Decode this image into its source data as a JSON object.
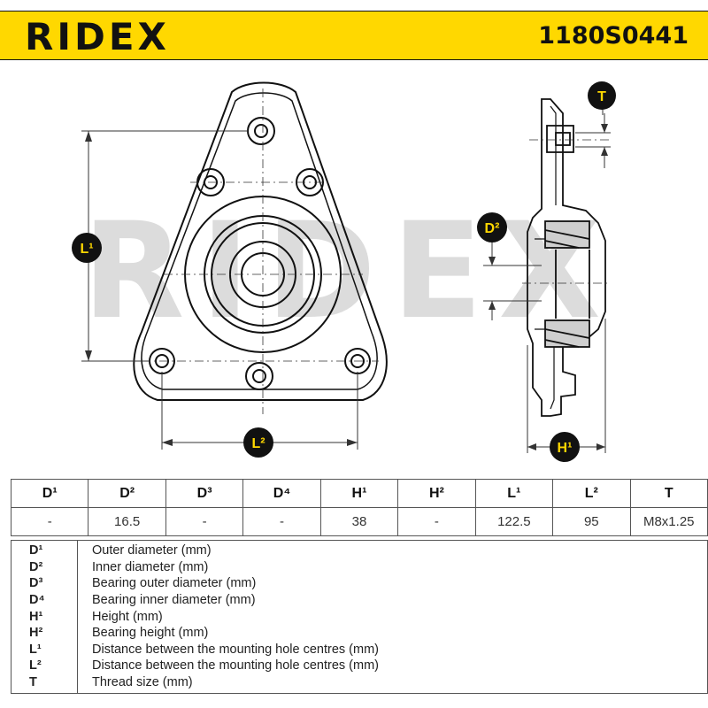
{
  "header": {
    "brand": "RIDEX",
    "part_number": "1180S0441"
  },
  "drawing": {
    "watermark": "RIDEX",
    "labels": {
      "L1": "L¹",
      "L2": "L²",
      "D2": "D²",
      "H1": "H¹",
      "T": "T"
    }
  },
  "spec_table": {
    "headers": [
      "D¹",
      "D²",
      "D³",
      "D⁴",
      "H¹",
      "H²",
      "L¹",
      "L²",
      "T"
    ],
    "values": [
      "-",
      "16.5",
      "-",
      "-",
      "38",
      "-",
      "122.5",
      "95",
      "M8x1.25"
    ]
  },
  "legend": [
    {
      "code": "D¹",
      "desc": "Outer diameter (mm)"
    },
    {
      "code": "D²",
      "desc": "Inner diameter (mm)"
    },
    {
      "code": "D³",
      "desc": "Bearing outer diameter (mm)"
    },
    {
      "code": "D⁴",
      "desc": "Bearing inner diameter (mm)"
    },
    {
      "code": "H¹",
      "desc": "Height (mm)"
    },
    {
      "code": "H²",
      "desc": "Bearing height (mm)"
    },
    {
      "code": "L¹",
      "desc": "Distance between the mounting hole centres (mm)"
    },
    {
      "code": "L²",
      "desc": "Distance between the mounting hole centres (mm)"
    },
    {
      "code": "T",
      "desc": "Thread size (mm)"
    }
  ],
  "colors": {
    "brand_yellow": "#ffd800",
    "line": "#111111",
    "watermark": "#d8d8d8"
  }
}
